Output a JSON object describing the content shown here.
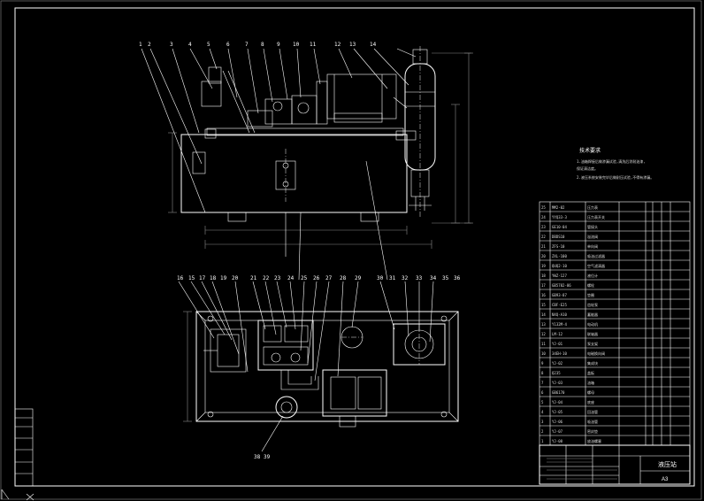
{
  "drawing": {
    "title_block_name": "液压站",
    "sheet_size": "A3"
  },
  "notes": {
    "heading": "技术要求",
    "lines": [
      "1.油箱焊接后做渗漏试验,清洗后涂耐油漆,",
      "  保证清洁度。",
      "2.液压系统安装完毕后做耐压试验,不得有渗漏。"
    ]
  },
  "balloons_top": [
    "1",
    "2",
    "3",
    "4",
    "5",
    "6",
    "7",
    "8",
    "9",
    "10",
    "11",
    "12",
    "13",
    "14"
  ],
  "balloons_mid": [
    "16",
    "15",
    "17",
    "18",
    "19",
    "20",
    "21",
    "22",
    "23",
    "24",
    "25",
    "26",
    "27",
    "28",
    "29",
    "30",
    "31",
    "32",
    "33",
    "34",
    "35",
    "36"
  ],
  "balloons_bottom": [
    "38",
    "39"
  ],
  "bom_rows": [
    {
      "no": "25",
      "code": "MM2-02",
      "name": "压力表"
    },
    {
      "no": "24",
      "code": "YYQ33-3",
      "name": "压力表开关"
    },
    {
      "no": "23",
      "code": "GE10-04",
      "name": "管接头"
    },
    {
      "no": "22",
      "code": "DBDS10",
      "name": "溢流阀"
    },
    {
      "no": "21",
      "code": "ZFS-10",
      "name": "单向阀"
    },
    {
      "no": "20",
      "code": "ZXL-100",
      "name": "吸油过滤器"
    },
    {
      "no": "19",
      "code": "QUQ2-10",
      "name": "空气滤清器"
    },
    {
      "no": "18",
      "code": "YWZ-127",
      "name": "液位计"
    },
    {
      "no": "17",
      "code": "GB5782-86",
      "name": "螺栓"
    },
    {
      "no": "16",
      "code": "GB93-87",
      "name": "垫圈"
    },
    {
      "no": "15",
      "code": "CBF-E25",
      "name": "齿轮泵"
    },
    {
      "no": "14",
      "code": "NXQ-A10",
      "name": "蓄能器"
    },
    {
      "no": "13",
      "code": "Y132M-4",
      "name": "电动机"
    },
    {
      "no": "12",
      "code": "LM-12",
      "name": "联轴器"
    },
    {
      "no": "11",
      "code": "YJ-01",
      "name": "泵支架"
    },
    {
      "no": "10",
      "code": "34EH-10",
      "name": "电磁换向阀"
    },
    {
      "no": "9",
      "code": "YJ-02",
      "name": "集成块"
    },
    {
      "no": "8",
      "code": "Q235",
      "name": "盖板"
    },
    {
      "no": "7",
      "code": "YJ-03",
      "name": "油箱"
    },
    {
      "no": "6",
      "code": "GB6170",
      "name": "螺母"
    },
    {
      "no": "5",
      "code": "YJ-04",
      "name": "底座"
    },
    {
      "no": "4",
      "code": "YJ-05",
      "name": "回油管"
    },
    {
      "no": "3",
      "code": "YJ-06",
      "name": "吸油管"
    },
    {
      "no": "2",
      "code": "YJ-07",
      "name": "密封垫"
    },
    {
      "no": "1",
      "code": "YJ-08",
      "name": "放油螺塞"
    }
  ],
  "colors": {
    "background": "#000000",
    "lines": "#ffffff",
    "dim": "#8a8a8a"
  }
}
